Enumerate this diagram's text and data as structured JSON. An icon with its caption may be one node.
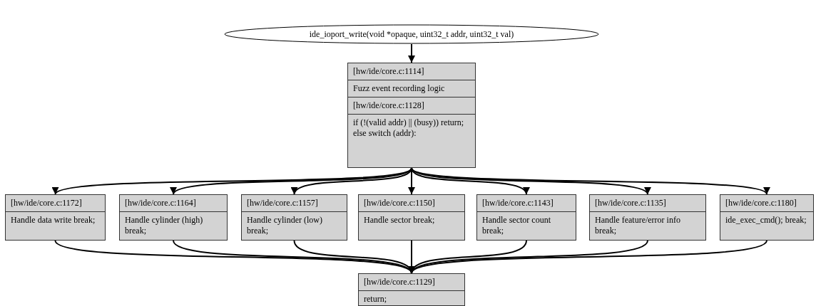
{
  "diagram": {
    "nodes": [
      {
        "text": [
          "ide_ioport_write(void *opaque, uint32_t addr, uint32_t val)"
        ]
      },
      {
        "text": [
          "[hw/ide/core.c:1114]",
          "Fuzz event recording logic",
          "[hw/ide/core.c:1128]",
          "if (!(valid addr) || (busy)) return; else switch (addr):"
        ]
      },
      {
        "text": [
          "[hw/ide/core.c:1172]",
          "Handle data write break;"
        ]
      },
      {
        "text": [
          "[hw/ide/core.c:1164]",
          "Handle cylinder (high) break;"
        ]
      },
      {
        "text": [
          "[hw/ide/core.c:1157]",
          "Handle cylinder (low) break;"
        ]
      },
      {
        "text": [
          "[hw/ide/core.c:1150]",
          "Handle sector break;"
        ]
      },
      {
        "text": [
          "[hw/ide/core.c:1143]",
          "Handle sector count break;"
        ]
      },
      {
        "text": [
          "[hw/ide/core.c:1135]",
          "Handle feature/error info break;"
        ]
      },
      {
        "text": [
          "[hw/ide/core.c:1180]",
          "ide_exec_cmd(); break;"
        ]
      },
      {
        "text": [
          "[hw/ide/core.c:1129]",
          "return;"
        ]
      }
    ],
    "edges": [
      {
        "from": 0,
        "to": 1,
        "arrow": "to"
      },
      {
        "from": 1,
        "to": 2,
        "arrow": "to"
      },
      {
        "from": 1,
        "to": 3,
        "arrow": "to"
      },
      {
        "from": 1,
        "to": 4,
        "arrow": "to"
      },
      {
        "from": 1,
        "to": 5,
        "arrow": "to"
      },
      {
        "from": 1,
        "to": 6,
        "arrow": "to"
      },
      {
        "from": 1,
        "to": 7,
        "arrow": "to"
      },
      {
        "from": 1,
        "to": 8,
        "arrow": "to"
      },
      {
        "from": 2,
        "to": 9,
        "arrow": "to"
      },
      {
        "from": 3,
        "to": 9,
        "arrow": "to"
      },
      {
        "from": 4,
        "to": 9,
        "arrow": "to"
      },
      {
        "from": 5,
        "to": 9,
        "arrow": "to"
      },
      {
        "from": 6,
        "to": 9,
        "arrow": "to"
      },
      {
        "from": 7,
        "to": 9,
        "arrow": "to"
      },
      {
        "from": 8,
        "to": 9,
        "arrow": "to"
      }
    ]
  }
}
